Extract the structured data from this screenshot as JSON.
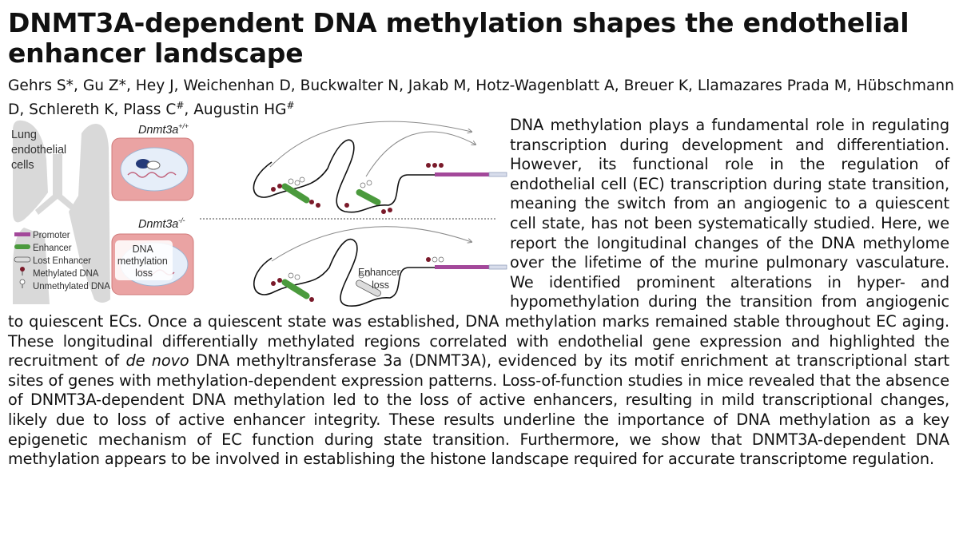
{
  "paper": {
    "title": "DNMT3A-dependent DNA methylation shapes the endothelial enhancer landscape",
    "authors": [
      {
        "name": "Gehrs S*",
        "sup": ""
      },
      {
        "name": "Gu Z*",
        "sup": ""
      },
      {
        "name": "Hey J",
        "sup": ""
      },
      {
        "name": "Weichenhan D",
        "sup": ""
      },
      {
        "name": "Buckwalter N",
        "sup": ""
      },
      {
        "name": "Jakab M",
        "sup": ""
      },
      {
        "name": "Hotz-Wagenblatt A",
        "sup": ""
      },
      {
        "name": "Breuer K",
        "sup": ""
      },
      {
        "name": "Llamazares Prada M",
        "sup": ""
      },
      {
        "name": "Hübschmann D",
        "sup": ""
      },
      {
        "name": "Schlereth K",
        "sup": ""
      },
      {
        "name": "Plass C",
        "sup": "#"
      },
      {
        "name": "Augustin HG",
        "sup": "#"
      }
    ],
    "abstract": {
      "part1": "DNA methylation plays a fundamental role in regulating transcription during development and differentiation. However, its functional role in the regulation of endothelial cell (EC) transcription during state transition, meaning the switch from an angiogenic to a quiescent cell state, has not been systematically studied. Here, we report the longitudinal changes of the DNA methylome over the lifetime of the murine pulmonary vasculature. We identified prominent alterations in hyper- and hypomethylation during the transition from angiogenic to quiescent ECs. Once a quiescent state was established, DNA methylation marks remained stable throughout EC aging. These longitudinal differentially methylated regions correlated with endothelial gene expression and highlighted the recruitment of ",
      "italic": "de novo",
      "part2": " DNA methyltransferase 3a (DNMT3A), evidenced by its motif enrichment at transcriptional start sites of genes with methylation-dependent expression patterns. Loss-of-function studies in mice revealed that the absence of DNMT3A-dependent DNA methylation led to the loss of active enhancers, resulting in mild transcriptional changes, likely due to loss of active enhancer integrity. These results underline the importance of DNA methylation as a key epigenetic mechanism of EC function during state transition. Furthermore, we show that DNMT3A-dependent DNA methylation appears to be involved in establishing the histone landscape required for accurate transcriptome regulation."
    }
  },
  "figure": {
    "cell_label": [
      "Lung",
      "endothelial",
      "cells"
    ],
    "wt": {
      "gene": "Dnmt3a",
      "sup": "+/+"
    },
    "ko": {
      "gene": "Dnmt3a",
      "sup": "-/-"
    },
    "ko_cell_label": [
      "DNA",
      "methylation",
      "loss"
    ],
    "enhancer_loss_label": [
      "Enhancer",
      "loss"
    ],
    "legend": [
      {
        "label": "Promoter",
        "icon": "promoter-bar"
      },
      {
        "label": "Enhancer",
        "icon": "enhancer-bar"
      },
      {
        "label": "Lost Enhancer",
        "icon": "lost-enhancer-bar"
      },
      {
        "label": "Methylated DNA",
        "icon": "methylated-lollipop"
      },
      {
        "label": "Unmethylated DNA",
        "icon": "unmethylated-lollipop"
      }
    ],
    "colors": {
      "promoter": "#a3489a",
      "enhancer": "#4b9a3d",
      "lost_enhancer": "#dcdcdc",
      "methylated": "#7a1a2a",
      "cell_fill": "#eaa3a3",
      "nucleus_fill": "#e6eef9",
      "lung": "#d9d9d9",
      "dna_loop": "#c0607a"
    }
  }
}
